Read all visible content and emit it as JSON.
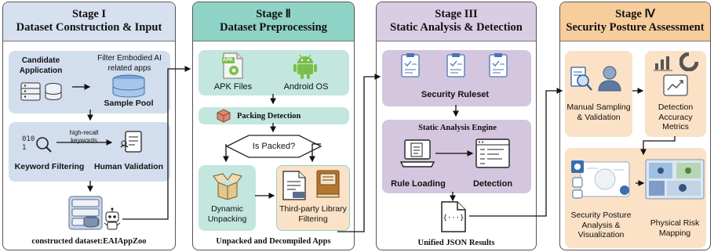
{
  "stage1": {
    "title_num": "Stage I",
    "title": "Dataset Construction & Input",
    "candidate": "Candidate Application",
    "filter_note": "Filter Embodied AI related apps",
    "sample_pool": "Sample Pool",
    "keyword_note": "high-recall keywords",
    "keyword_filtering": "Keyword Filtering",
    "human_validation": "Human Validation",
    "footer": "constructed dataset:EAIAppZoo"
  },
  "stage2": {
    "title_num": "Stage Ⅱ",
    "title": "Dataset Preprocessing",
    "apk_files": "APK Files",
    "android_os": "Android OS",
    "apk_badge": "APK",
    "packing_detection": "Packing Detection",
    "is_packed": "Is Packed?",
    "dynamic_unpacking": "Dynamic Unpacking",
    "third_party": "Third-party Library Filtering",
    "footer": "Unpacked and Decompiled Apps"
  },
  "stage3": {
    "title_num": "Stage III",
    "title": "Static Analysis & Detection",
    "security_ruleset": "Security Ruleset",
    "engine": "Static Analysis Engine",
    "rule_loading": "Rule Loading",
    "detection": "Detection",
    "json_glyph": "{···}",
    "footer": "Unified JSON Results"
  },
  "stage4": {
    "title_num": "Stage Ⅳ",
    "title": "Security Posture Assessment",
    "manual": "Manual Sampling & Validation",
    "accuracy": "Detection Accuracy Metrics",
    "posture": "Security Posture Analysis & Visualization",
    "physical": "Physical Risk Mapping"
  },
  "colors": {
    "stage1_head": "#d6e0ee",
    "stage2_head": "#8fd3c6",
    "stage3_head": "#d9cde3",
    "stage4_head": "#f7cd9c",
    "panel_blue": "#d2dded",
    "panel_teal": "#c3e6de",
    "panel_purple": "#d3c6de",
    "panel_peach": "#fbe1c6"
  }
}
